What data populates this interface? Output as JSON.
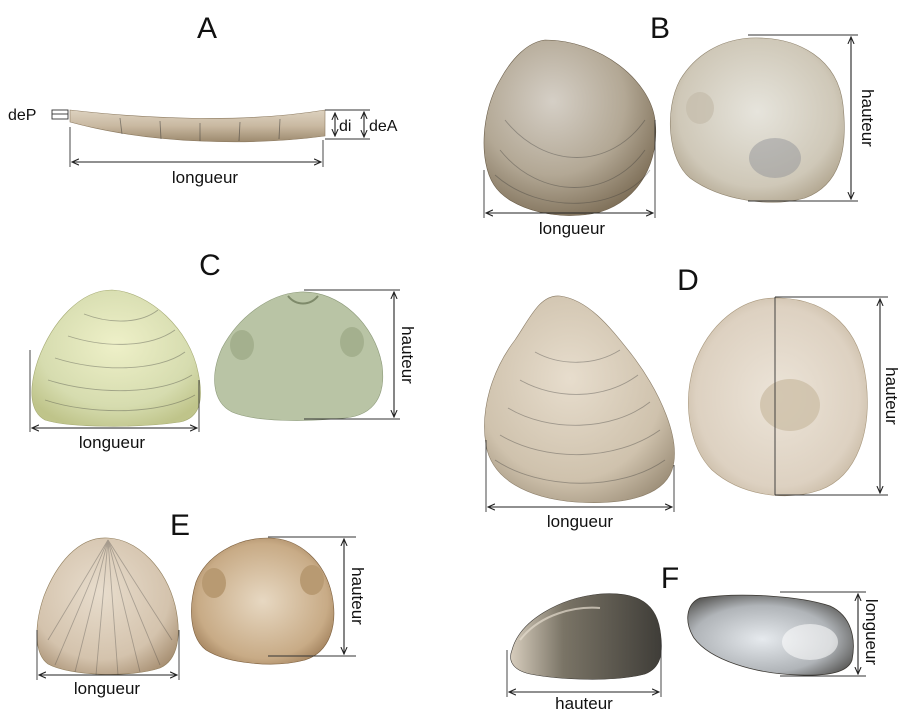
{
  "panels": {
    "A": {
      "letter": "A",
      "length_label": "longueur",
      "posterior_label": "deP",
      "inner_label": "di",
      "anterior_label": "deA"
    },
    "B": {
      "letter": "B",
      "length_label": "longueur",
      "height_label": "hauteur"
    },
    "C": {
      "letter": "C",
      "length_label": "longueur",
      "height_label": "hauteur"
    },
    "D": {
      "letter": "D",
      "length_label": "longueur",
      "height_label": "hauteur"
    },
    "E": {
      "letter": "E",
      "length_label": "longueur",
      "height_label": "hauteur"
    },
    "F": {
      "letter": "F",
      "length_label": "hauteur",
      "height_label": "longueur"
    }
  },
  "colors": {
    "razor_shell": "#c9b9a1",
    "clam_b": "#b4a998",
    "clam_c": "#d6dcaf",
    "clam_c_inner": "#b9c4a5",
    "oyster_d": "#cfc2ad",
    "oyster_d_inner": "#ddd1c1",
    "cockle_e": "#d4c3ad",
    "cockle_e_inner": "#c8ab86",
    "mussel_f": "#5d5a52",
    "mussel_f_inner": "#b0b4b8",
    "lines": "#222222"
  }
}
